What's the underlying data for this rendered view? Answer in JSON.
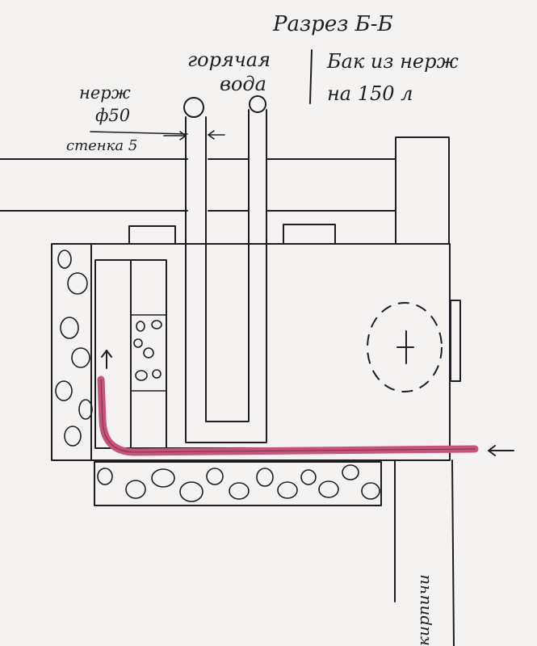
{
  "title": "Разрез Б-Б",
  "labels": {
    "hot_water_line1": "горячая",
    "hot_water_line2": "вода",
    "tank_line1": "Бак из нерж",
    "tank_line2": "на 150 л",
    "pipe_material": "нерж",
    "pipe_diameter": "ф50",
    "wall_thickness": "стенка 5",
    "bricks": "кирпичи"
  },
  "colors": {
    "ink": "#1e1c22",
    "heat_pipe": "#c9527a",
    "paper": "#f4f3f1"
  },
  "icons": {
    "inlet_arrow": "arrow-left-icon",
    "draft_arrow": "arrow-up-icon",
    "door_cross": "cross-icon"
  }
}
